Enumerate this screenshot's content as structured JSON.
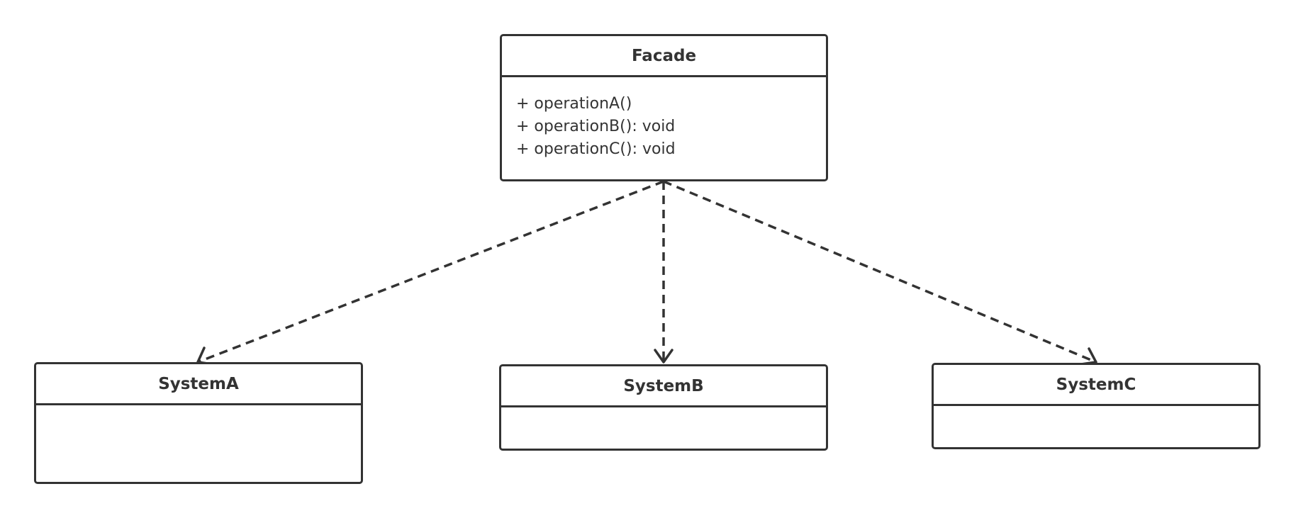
{
  "diagram": {
    "facade": {
      "name": "Facade",
      "operations": [
        "+ operationA()",
        "+ operationB(): void",
        "+ operationC(): void"
      ]
    },
    "system_a": {
      "name": "SystemA"
    },
    "system_b": {
      "name": "SystemB"
    },
    "system_c": {
      "name": "SystemC"
    },
    "colors": {
      "stroke": "#333333",
      "background": "#ffffff"
    }
  }
}
